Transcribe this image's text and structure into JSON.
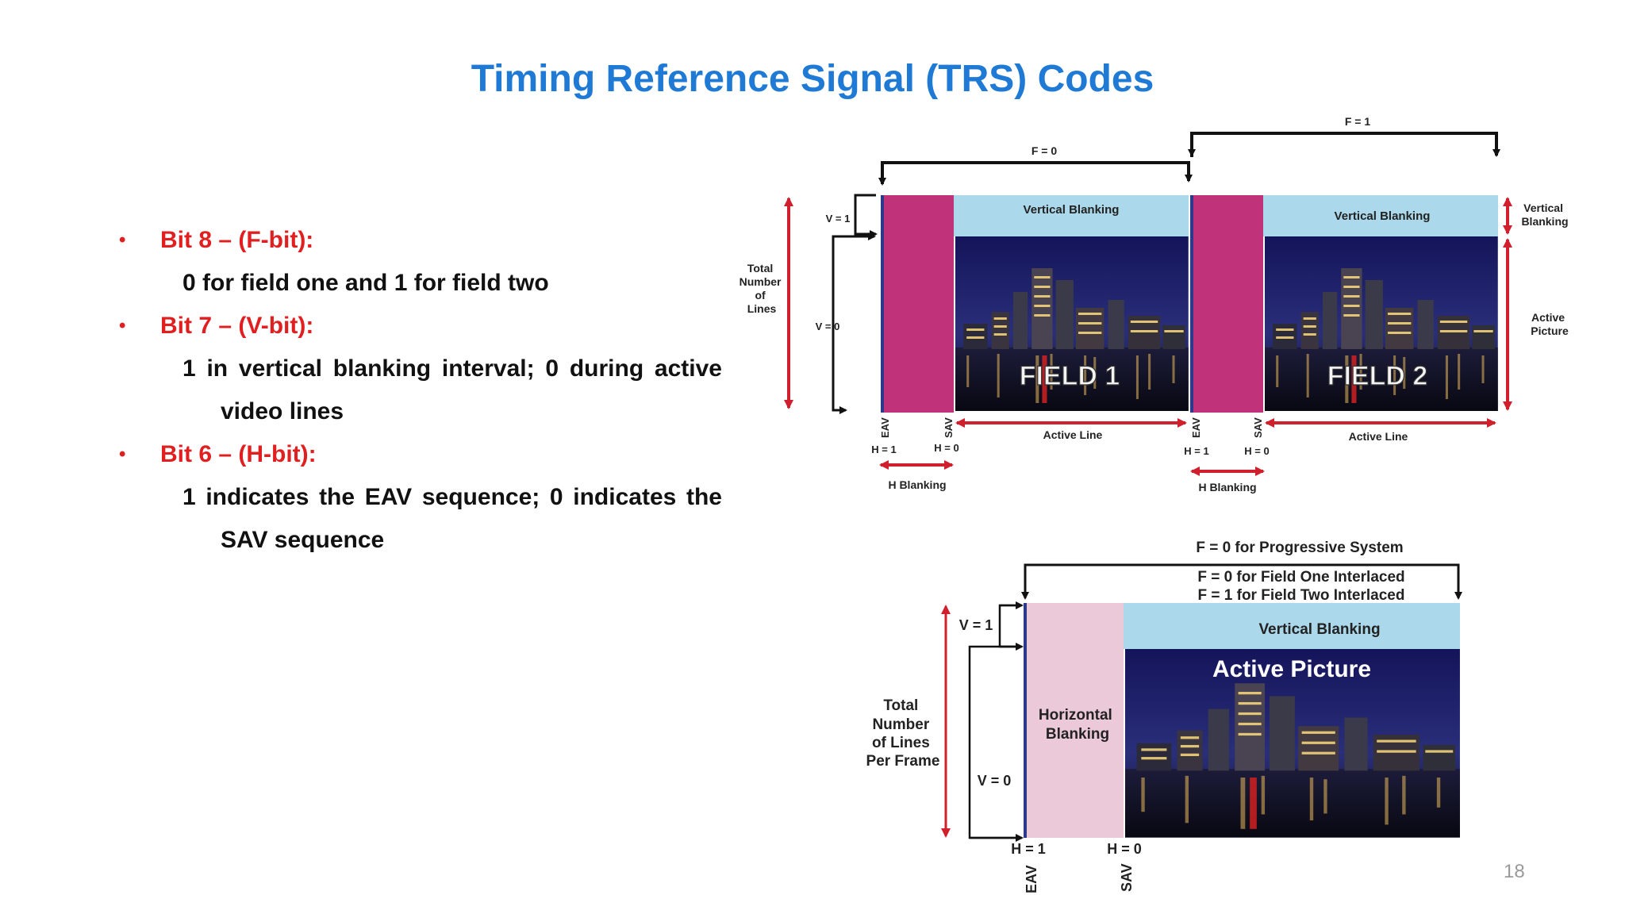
{
  "slide": {
    "title": "Timing Reference Signal (TRS) Codes",
    "page_number": "18"
  },
  "bullets": [
    {
      "head": "Bit 8 – (F-bit):",
      "desc_line1": "0 for field one and 1 for field two",
      "desc_line2": ""
    },
    {
      "head": "Bit 7 – (V-bit):",
      "desc_line1": "1 in vertical blanking interval; 0 during active",
      "desc_line2": "video lines"
    },
    {
      "head": "Bit 6 – (H-bit):",
      "desc_line1": "1 indicates the EAV sequence; 0 indicates the",
      "desc_line2": "SAV sequence"
    }
  ],
  "interlaced": {
    "f0": "F = 0",
    "f1": "F = 1",
    "v1": "V = 1",
    "v0": "V = 0",
    "total_lines": [
      "Total",
      "Number",
      "of",
      "Lines"
    ],
    "vertical_blanking": "Vertical Blanking",
    "vertical_blanking_side": [
      "Vertical",
      "Blanking"
    ],
    "active_picture_side": [
      "Active",
      "Picture"
    ],
    "field1": "FIELD  1",
    "field2": "FIELD  2",
    "eav": "EAV",
    "sav": "SAV",
    "h1": "H = 1",
    "h0": "H = 0",
    "active_line": "Active  Line",
    "h_blanking": "H Blanking"
  },
  "progressive": {
    "f_progressive": "F = 0 for Progressive System",
    "f_field_one": "F = 0 for Field One Interlaced",
    "f_field_two": "F = 1 for Field Two Interlaced",
    "v1": "V = 1",
    "v0": "V = 0",
    "total_lines": [
      "Total",
      "Number",
      "of Lines",
      "Per Frame"
    ],
    "horizontal_blanking": [
      "Horizontal",
      "Blanking"
    ],
    "vertical_blanking": "Vertical Blanking",
    "active_picture": "Active Picture",
    "h1": "H = 1",
    "h0": "H = 0",
    "eav": "EAV",
    "sav": "SAV"
  },
  "colors": {
    "title": "#1f7ad6",
    "bullet_head": "#e02020",
    "magenta_blanking": "#c0337a",
    "pink_blanking": "#ecc9d8",
    "sky_blanking": "#abd8ea",
    "night_sky": "#1a1a5a",
    "arrow_red": "#d0202e"
  }
}
